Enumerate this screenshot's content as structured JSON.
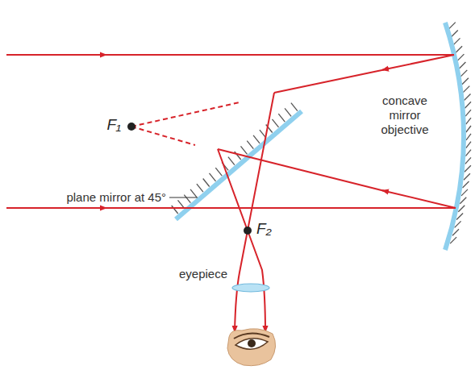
{
  "diagram": {
    "labels": [
      "F₁",
      "plane mirror at 45°",
      "concave mirror objective",
      "F₂",
      "eyepiece"
    ]
  }
}
